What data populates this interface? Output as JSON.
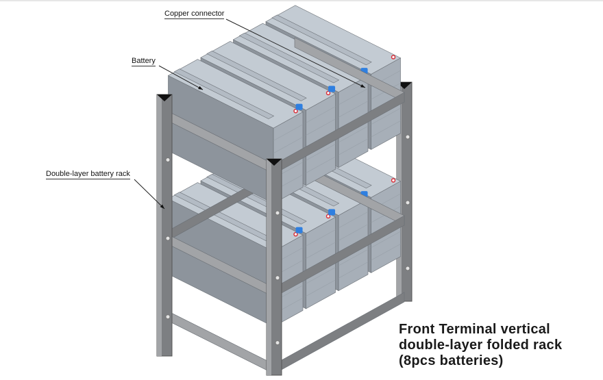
{
  "labels": {
    "copper_connector": "Copper connector",
    "battery": "Battery",
    "rack": "Double-layer battery rack"
  },
  "caption": {
    "line1": "Front Terminal vertical",
    "line2": "double-layer folded rack",
    "line3": "(8pcs batteries)"
  },
  "colors": {
    "battery_top": "#c3cbd3",
    "battery_front": "#a7afb8",
    "battery_side": "#8d949c",
    "rack": "#7d7f82",
    "rack_light": "#a2a4a7",
    "connector": "#2f7fe0",
    "terminal": "#d9303a"
  }
}
